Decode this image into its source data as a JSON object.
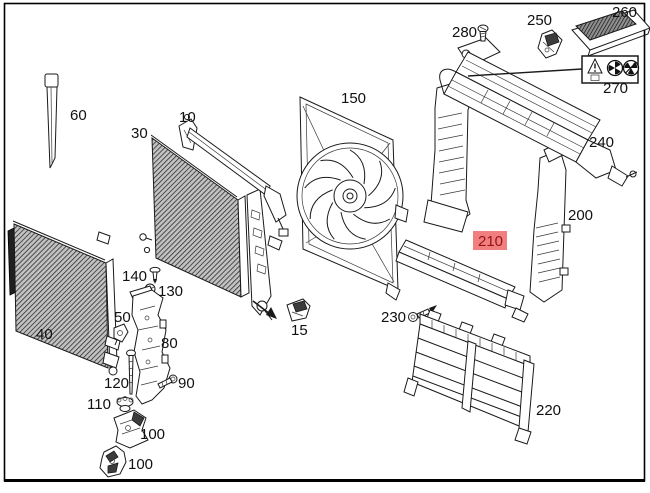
{
  "diagram": {
    "kind": "exploded-parts-diagram",
    "background": "#ffffff",
    "line_color": "#1a1a1a",
    "highlight_bg": "#f08080",
    "highlight_text_color": "#991111",
    "labels": [
      {
        "part": "60",
        "text": "60"
      },
      {
        "part": "30",
        "text": "30"
      },
      {
        "part": "10",
        "text": "10"
      },
      {
        "part": "150",
        "text": "150"
      },
      {
        "part": "280",
        "text": "280"
      },
      {
        "part": "250",
        "text": "250"
      },
      {
        "part": "260",
        "text": "260"
      },
      {
        "part": "270",
        "text": "270"
      },
      {
        "part": "240",
        "text": "240"
      },
      {
        "part": "200",
        "text": "200"
      },
      {
        "part": "210",
        "text": "210",
        "highlighted": true
      },
      {
        "part": "230",
        "text": "230"
      },
      {
        "part": "220",
        "text": "220"
      },
      {
        "part": "15",
        "text": "15"
      },
      {
        "part": "40",
        "text": "40"
      },
      {
        "part": "50",
        "text": "50"
      },
      {
        "part": "140",
        "text": "140"
      },
      {
        "part": "130",
        "text": "130"
      },
      {
        "part": "80",
        "text": "80"
      },
      {
        "part": "120",
        "text": "120"
      },
      {
        "part": "90",
        "text": "90"
      },
      {
        "part": "110",
        "text": "110"
      },
      {
        "part": "100a",
        "text": "100"
      },
      {
        "part": "100b",
        "text": "100"
      }
    ]
  }
}
